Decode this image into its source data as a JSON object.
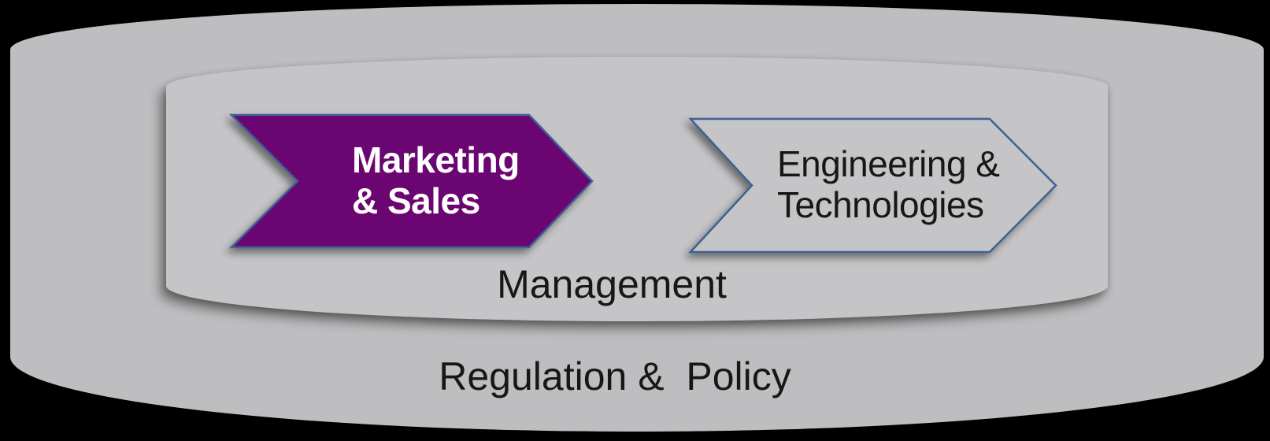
{
  "colors": {
    "background": "#000000",
    "outer_shape": "#bebec0",
    "inner_shape": "#c5c5c7",
    "marketing_fill": "#6a0572",
    "engineering_fill": "#c5c5c7",
    "arrow_border": "#3e6295",
    "text_dark": "#171717",
    "text_light": "#ffffff"
  },
  "diagram": {
    "arrows": [
      {
        "id": "marketing-sales",
        "label_lines": [
          "Marketing",
          "& Sales"
        ]
      },
      {
        "id": "engineering-technologies",
        "label_lines": [
          "Engineering &",
          "Technologies"
        ]
      }
    ],
    "management_label": "Management",
    "regulation_label": "Regulation &  Policy"
  }
}
